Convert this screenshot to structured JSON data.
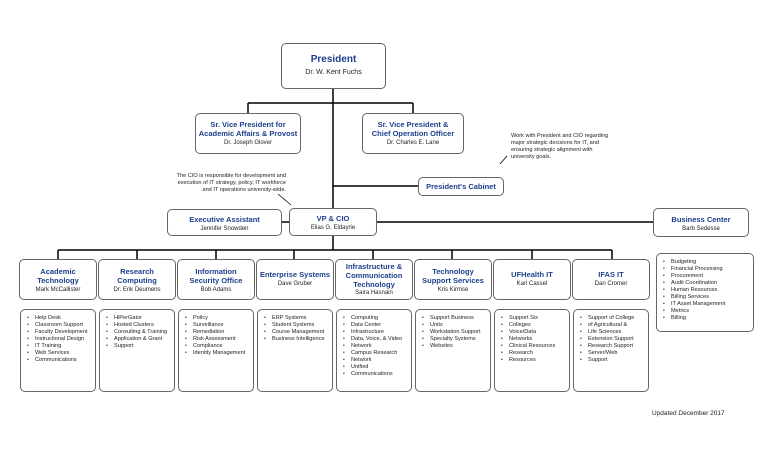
{
  "president": {
    "title": "President",
    "name": "Dr. W. Kent Fuchs"
  },
  "svp_academic": {
    "title_line1": "Sr. Vice President for",
    "title_line2": "Academic Affairs & Provost",
    "name": "Dr. Joseph Glover"
  },
  "svp_coo": {
    "title_line1": "Sr. Vice President &",
    "title_line2": "Chief Operation Officer",
    "name": "Dr. Charles E. Lane"
  },
  "cabinet": {
    "title": "President's Cabinet"
  },
  "cabinet_note": {
    "line1": "Work with President and CIO regarding",
    "line2": "major strategic decisions for IT, and",
    "line3": "ensuring strategic alignment with",
    "line4": "university goals."
  },
  "cio_note": {
    "line1": "The CIO is responsible for development and",
    "line2": "execution of IT strategy, policy, IT workforce",
    "line3": "and IT operations university-wide."
  },
  "executive_assistant": {
    "title": "Executive Assistant",
    "name": "Jennifer Snowden"
  },
  "cio": {
    "title": "VP & CIO",
    "name": "Elias G. Eldayrie"
  },
  "business_center": {
    "title": "Business Center",
    "name": "Barb Sedesse",
    "items": [
      "Budgeting",
      "Financial Processing",
      "Procurement",
      "Audit Coordination",
      "Human Resources",
      "Billing Services",
      "IT Asset Management",
      "Metrics",
      "Billing"
    ]
  },
  "departments": [
    {
      "title_line1": "Academic",
      "title_line2": "Technology",
      "name": "Mark McCallister",
      "items": [
        "Help Desk",
        "Classroom Support",
        "Faculty Development",
        "Instructional Design",
        "IT Training",
        "Web Services",
        "Communications"
      ]
    },
    {
      "title_line1": "Research",
      "title_line2": "Computing",
      "name": "Dr. Erik Deumens",
      "items": [
        "HiPerGator",
        "Hosted Clusters",
        "Consulting & Training",
        "Application & Grant",
        "Support"
      ]
    },
    {
      "title_line1": "Information",
      "title_line2": "Security Office",
      "name": "Bob Adams",
      "items": [
        "Policy",
        "Surveillance",
        "Remediation",
        "Risk Assessment",
        "Compliance",
        "Identity Management"
      ]
    },
    {
      "title_line1": "Enterprise Systems",
      "title_line2": "",
      "name": "Dave Gruber",
      "items": [
        "ERP Systems",
        "Student Systems",
        "Course Management",
        "Business Intelligence"
      ]
    },
    {
      "title_line1": "Infrastructure &",
      "title_line2": "Communication",
      "title_line3": "Technology",
      "name": "Saira Hasnain",
      "items": [
        "Computing",
        "Data Center",
        "Infrastructure",
        "Data, Voice, & Video",
        "Network",
        "Campus Research",
        "Network",
        "Unified",
        "Communications"
      ]
    },
    {
      "title_line1": "Technology",
      "title_line2": "Support Services",
      "name": "Kris Kirmse",
      "items": [
        "Support Business",
        "Units",
        "Workstation Support",
        "Specialty Systems",
        "Websites"
      ]
    },
    {
      "title_line1": "UFHealth IT",
      "title_line2": "",
      "name": "Kari Cassel",
      "items": [
        "Support Six",
        "Colleges",
        "Voice/Data",
        "Networks",
        "Clinical Resources",
        "Research",
        "Resources"
      ]
    },
    {
      "title_line1": "IFAS IT",
      "title_line2": "",
      "name": "Dan Cromer",
      "items": [
        "Support of College",
        "of Agricultural &",
        "Life Sciences",
        "Extension Support",
        "Research Support",
        "Server/Web",
        "Support"
      ]
    }
  ],
  "updated": "Updated December 2017"
}
